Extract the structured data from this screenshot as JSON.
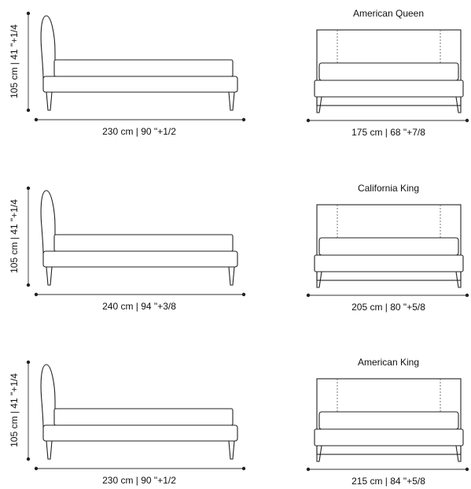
{
  "rows": [
    {
      "side": {
        "height_label": "105 cm | 41 \"+1/4",
        "length_label": "230 cm | 90 \"+1/2"
      },
      "front": {
        "title": "American Queen",
        "width_label": "175 cm | 68 \"+7/8"
      }
    },
    {
      "side": {
        "height_label": "105 cm | 41 \"+1/4",
        "length_label": "240 cm | 94 \"+3/8"
      },
      "front": {
        "title": "California King",
        "width_label": "205 cm | 80 \"+5/8"
      }
    },
    {
      "side": {
        "height_label": "105 cm | 41 \"+1/4",
        "length_label": "230 cm | 90 \"+1/2"
      },
      "front": {
        "title": "American King",
        "width_label": "215 cm | 84 \"+5/8"
      }
    }
  ]
}
